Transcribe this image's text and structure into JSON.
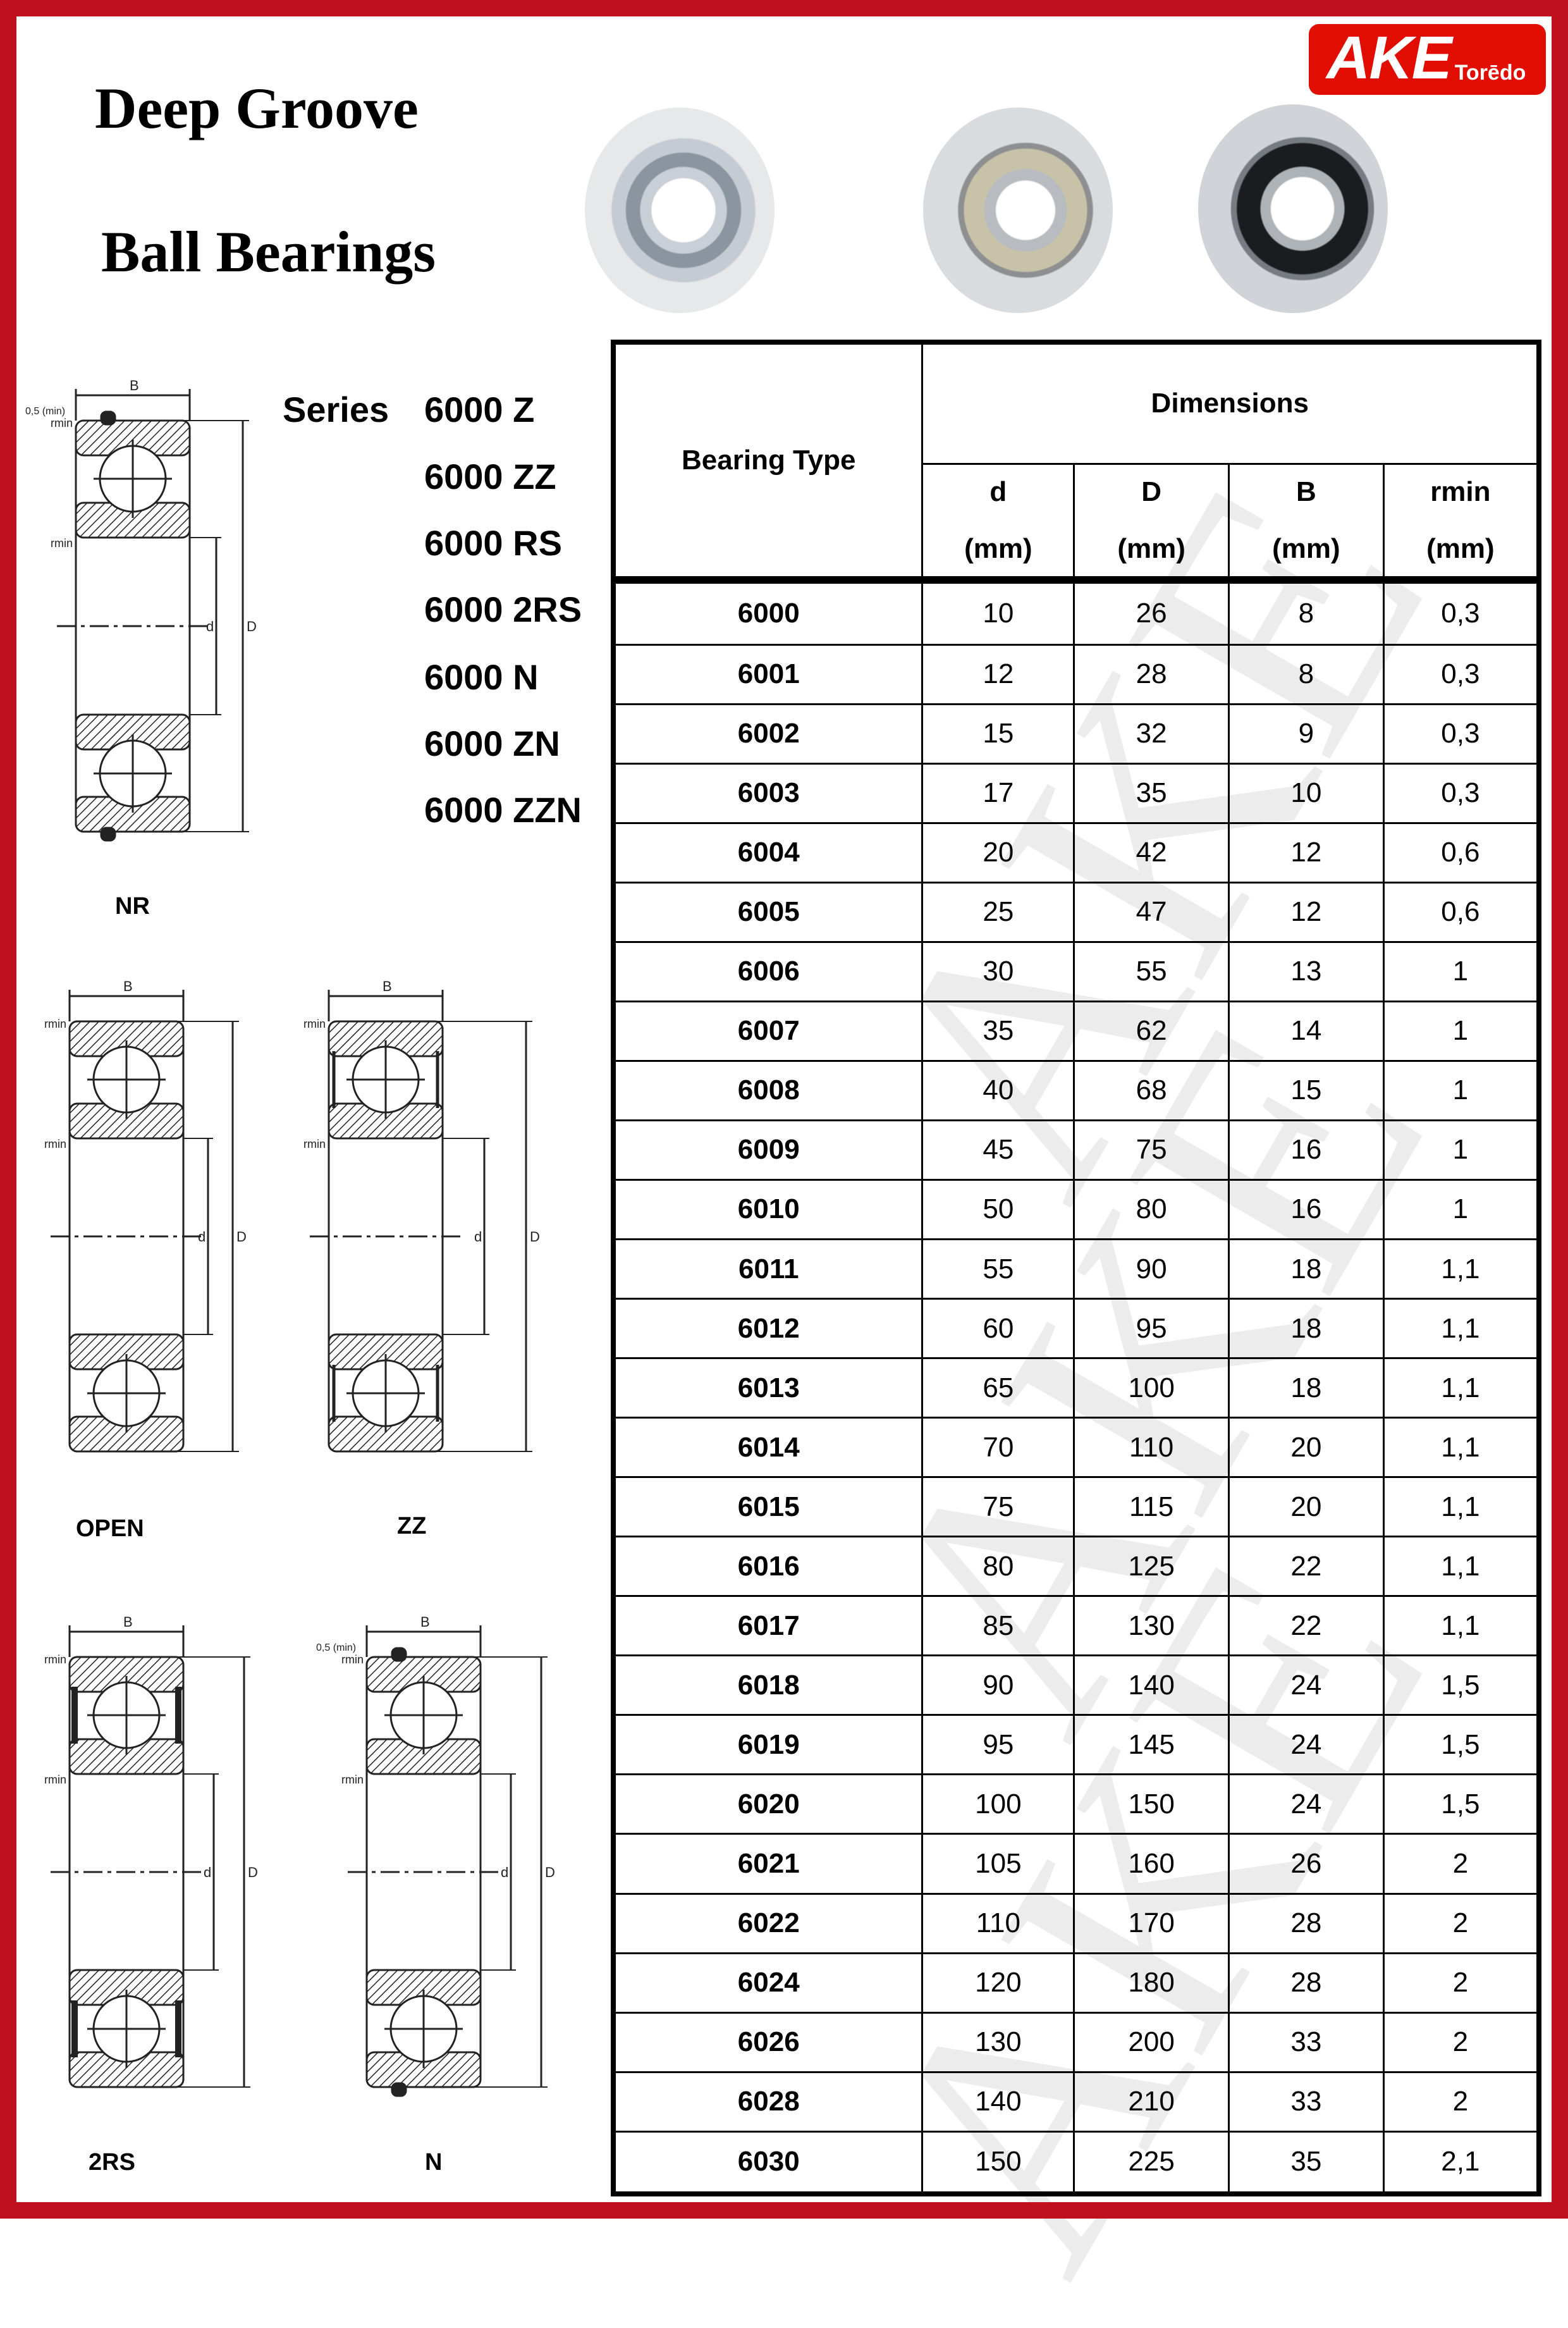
{
  "title": {
    "line1": "Deep Groove",
    "line2": "Ball Bearings"
  },
  "logo": {
    "brand": "AKE",
    "sub": "Torēdo",
    "color": "#e00d00"
  },
  "frame_color": "#c0101e",
  "series": {
    "label": "Series",
    "items": [
      "6000 Z",
      "6000 ZZ",
      "6000 RS",
      "6000 2RS",
      "6000 N",
      "6000 ZN",
      "6000 ZZN"
    ]
  },
  "diagrams": [
    {
      "name": "NR",
      "labels": {
        "B": "B",
        "D": "D",
        "d": "d",
        "r": "rmin",
        "r2": "rmin",
        "snap": "0,5 (min)"
      }
    },
    {
      "name": "OPEN",
      "labels": {
        "B": "B",
        "D": "D",
        "d": "d",
        "r": "rmin",
        "r2": "rmin"
      }
    },
    {
      "name": "ZZ",
      "labels": {
        "B": "B",
        "D": "D",
        "d": "d",
        "r": "rmin",
        "r2": "rmin"
      }
    },
    {
      "name": "2RS",
      "labels": {
        "B": "B",
        "D": "D",
        "d": "d",
        "r": "rmin",
        "r2": "rmin"
      }
    },
    {
      "name": "N",
      "labels": {
        "B": "B",
        "D": "D",
        "d": "d",
        "r": "rmin",
        "r2": "rmin",
        "snap": "0,5 (min)"
      }
    }
  ],
  "table": {
    "header": {
      "type": "Bearing Type",
      "group": "Dimensions",
      "cols": [
        "d",
        "D",
        "B",
        "rmin"
      ],
      "unit": "(mm)"
    },
    "rows": [
      [
        "6000",
        "10",
        "26",
        "8",
        "0,3"
      ],
      [
        "6001",
        "12",
        "28",
        "8",
        "0,3"
      ],
      [
        "6002",
        "15",
        "32",
        "9",
        "0,3"
      ],
      [
        "6003",
        "17",
        "35",
        "10",
        "0,3"
      ],
      [
        "6004",
        "20",
        "42",
        "12",
        "0,6"
      ],
      [
        "6005",
        "25",
        "47",
        "12",
        "0,6"
      ],
      [
        "6006",
        "30",
        "55",
        "13",
        "1"
      ],
      [
        "6007",
        "35",
        "62",
        "14",
        "1"
      ],
      [
        "6008",
        "40",
        "68",
        "15",
        "1"
      ],
      [
        "6009",
        "45",
        "75",
        "16",
        "1"
      ],
      [
        "6010",
        "50",
        "80",
        "16",
        "1"
      ],
      [
        "6011",
        "55",
        "90",
        "18",
        "1,1"
      ],
      [
        "6012",
        "60",
        "95",
        "18",
        "1,1"
      ],
      [
        "6013",
        "65",
        "100",
        "18",
        "1,1"
      ],
      [
        "6014",
        "70",
        "110",
        "20",
        "1,1"
      ],
      [
        "6015",
        "75",
        "115",
        "20",
        "1,1"
      ],
      [
        "6016",
        "80",
        "125",
        "22",
        "1,1"
      ],
      [
        "6017",
        "85",
        "130",
        "22",
        "1,1"
      ],
      [
        "6018",
        "90",
        "140",
        "24",
        "1,5"
      ],
      [
        "6019",
        "95",
        "145",
        "24",
        "1,5"
      ],
      [
        "6020",
        "100",
        "150",
        "24",
        "1,5"
      ],
      [
        "6021",
        "105",
        "160",
        "26",
        "2"
      ],
      [
        "6022",
        "110",
        "170",
        "28",
        "2"
      ],
      [
        "6024",
        "120",
        "180",
        "28",
        "2"
      ],
      [
        "6026",
        "130",
        "200",
        "33",
        "2"
      ],
      [
        "6028",
        "140",
        "210",
        "33",
        "2"
      ],
      [
        "6030",
        "150",
        "225",
        "35",
        "2,1"
      ]
    ]
  },
  "watermark": "AKE"
}
